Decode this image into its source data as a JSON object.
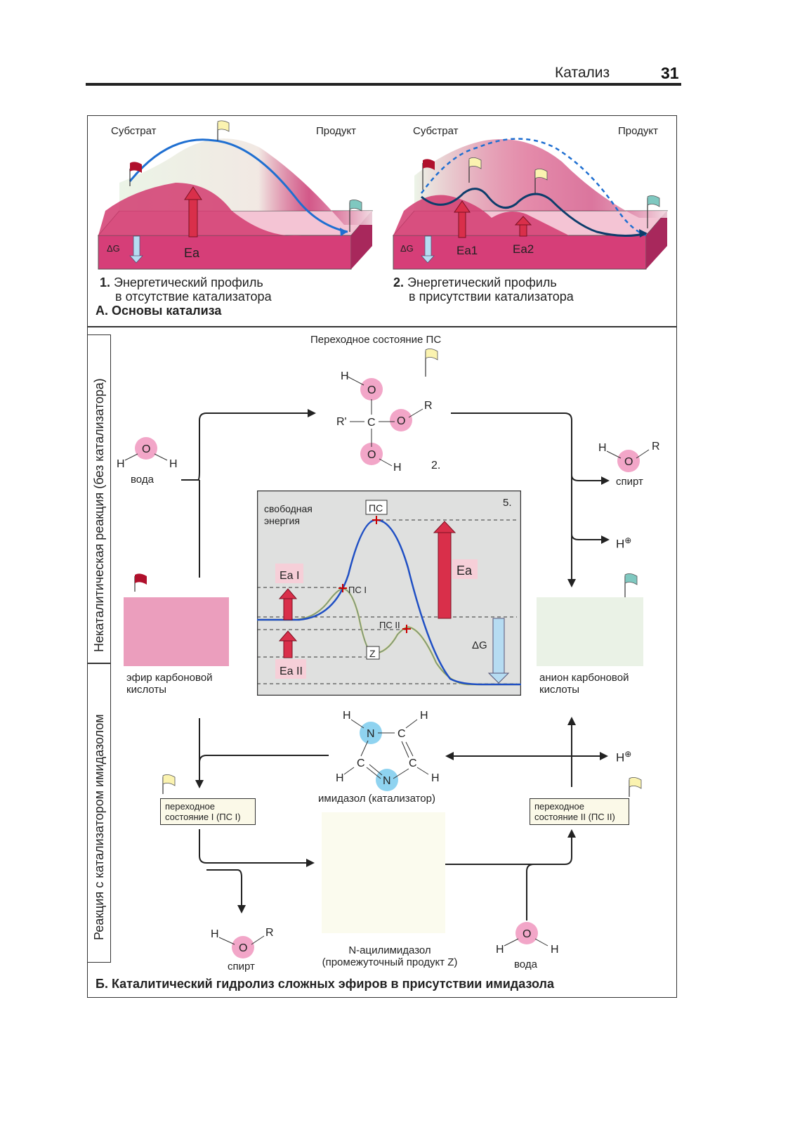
{
  "header": {
    "title": "Катализ",
    "page": "31"
  },
  "panelA": {
    "left": {
      "substrate": "Субстрат",
      "product": "Продукт",
      "dg": "ΔG",
      "ea": "Ea",
      "caption_num": "1.",
      "caption_line1": "Энергетический профиль",
      "caption_line2": "в отсутствие катализатора"
    },
    "right": {
      "substrate": "Субстрат",
      "product": "Продукт",
      "dg": "ΔG",
      "ea1": "Ea1",
      "ea2": "Ea2",
      "caption_num": "2.",
      "caption_line1": "Энергетический профиль",
      "caption_line2": "в присутствии катализатора"
    },
    "title": "А. Основы катализа"
  },
  "panelB": {
    "side_top": "Некаталитическая реакция (без катализатора)",
    "side_bottom": "Реакция с катализатором имидазолом",
    "transition_title": "Переходное состояние ПС",
    "ts_label_num": "2.",
    "water_top": "вода",
    "alcohol_top": "спирт",
    "proton": "H",
    "ester": [
      "эфир карбоновой",
      "кислоты"
    ],
    "anion": [
      "анион карбоновой",
      "кислоты"
    ],
    "graph": {
      "num": "5.",
      "energy": [
        "свободная",
        "энергия"
      ],
      "ps": "ПС",
      "ps1": "ПС I",
      "ps2": "ПС II",
      "z": "Z",
      "ea": "Ea",
      "ea_i": "Ea I",
      "ea_ii": "Ea II",
      "dg": "ΔG"
    },
    "imidazole": "имидазол (катализатор)",
    "ts1": [
      "переходное",
      "состояние I (ПС I)"
    ],
    "ts2": [
      "переходное",
      "состояние II (ПС II)"
    ],
    "alcohol_bottom": "спирт",
    "acyl": [
      "N-ацилимидазол",
      "(промежуточный продукт Z)"
    ],
    "water_bottom": "вода",
    "title": "Б. Каталитический гидролиз сложных эфиров в присутствии имидазола"
  },
  "colors": {
    "accent_red": "#c2185b",
    "curve_blue": "#1565c0",
    "oxygen": "#f2a6c8",
    "nitrogen": "#8fd3f0"
  }
}
